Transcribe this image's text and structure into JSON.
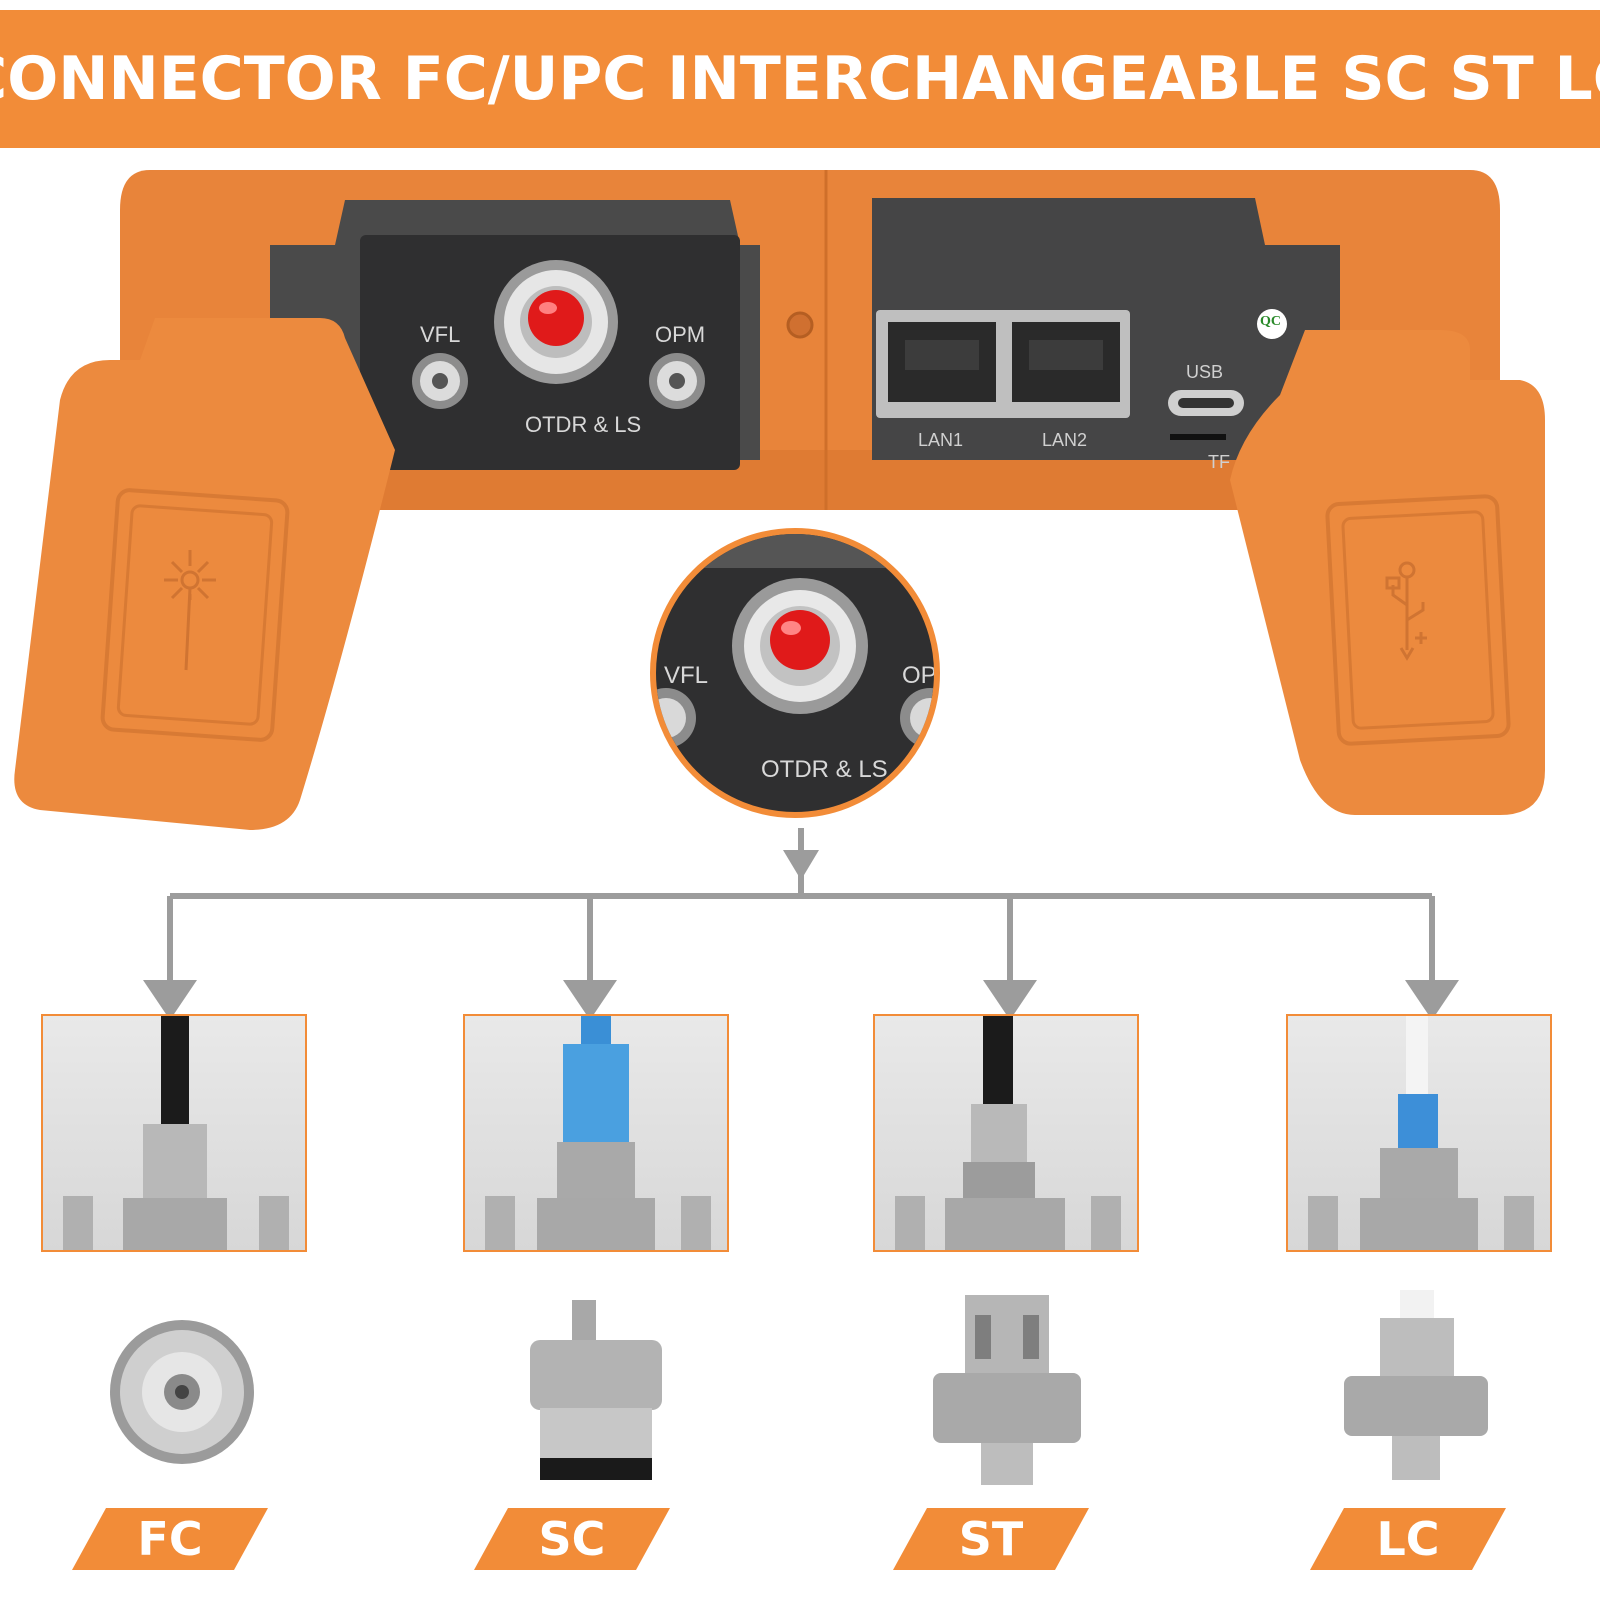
{
  "banner": {
    "title": "CONNECTOR FC/UPC INTERCHANGEABLE SC ST LC"
  },
  "device": {
    "ports": {
      "vfl": "VFL",
      "opm": "OPM",
      "otdr": "OTDR & LS",
      "lan1": "LAN1",
      "lan2": "LAN2",
      "usb": "USB",
      "tf": "TF",
      "qc": "QC"
    },
    "left_cover_icon": "laser-icon",
    "right_cover_icon": "usb-icon"
  },
  "zoom": {
    "vfl": "VFL",
    "opm": "OP",
    "otdr": "OTDR & LS"
  },
  "connectors": [
    {
      "label": "FC"
    },
    {
      "label": "SC"
    },
    {
      "label": "ST"
    },
    {
      "label": "LC"
    }
  ],
  "colors": {
    "accent": "#f28c38",
    "device_orange": "#e8843a",
    "arrow_gray": "#999999",
    "port_red": "#e01a1a"
  }
}
